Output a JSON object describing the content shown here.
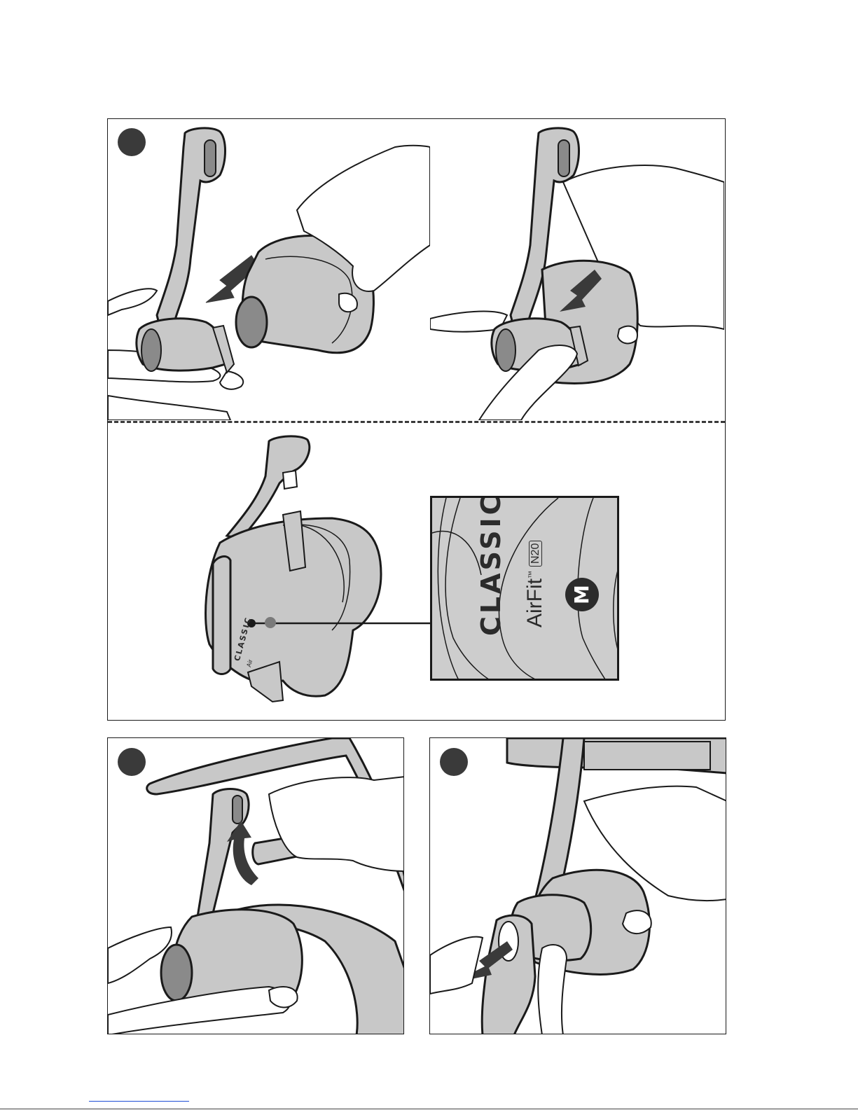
{
  "zoom": {
    "cushion_type": "CLASSIC",
    "brand": "AirFit",
    "trademark": "™",
    "model": "N20",
    "size": "M"
  },
  "mask_label": {
    "cushion_type": "CLASSIC",
    "brand_abbrev": "Air"
  },
  "colors": {
    "outline": "#1a1a1a",
    "mask_gray": "#c8c8c8",
    "marker_gray": "#7a7a7a",
    "step_dot": "#3a3a3a"
  }
}
